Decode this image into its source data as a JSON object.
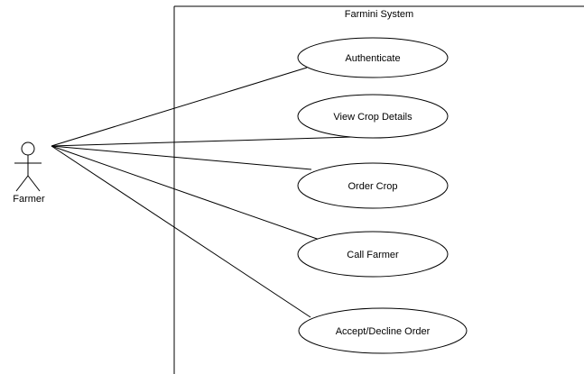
{
  "diagram": {
    "system": {
      "title": "Farmini System"
    },
    "actor": {
      "name": "Farmer"
    },
    "use_cases": [
      {
        "id": "authenticate",
        "label": "Authenticate"
      },
      {
        "id": "view-crop-details",
        "label": "View Crop Details"
      },
      {
        "id": "order-crop",
        "label": "Order Crop"
      },
      {
        "id": "call-farmer",
        "label": "Call Farmer"
      },
      {
        "id": "accept-decline-order",
        "label": "Accept/Decline Order"
      }
    ],
    "associations": [
      {
        "from": "Farmer",
        "to": "authenticate"
      },
      {
        "from": "Farmer",
        "to": "view-crop-details"
      },
      {
        "from": "Farmer",
        "to": "order-crop"
      },
      {
        "from": "Farmer",
        "to": "call-farmer"
      },
      {
        "from": "Farmer",
        "to": "accept-decline-order"
      }
    ],
    "colors": {
      "line": "#000000",
      "fill": "#ffffff",
      "text": "#000000"
    }
  }
}
